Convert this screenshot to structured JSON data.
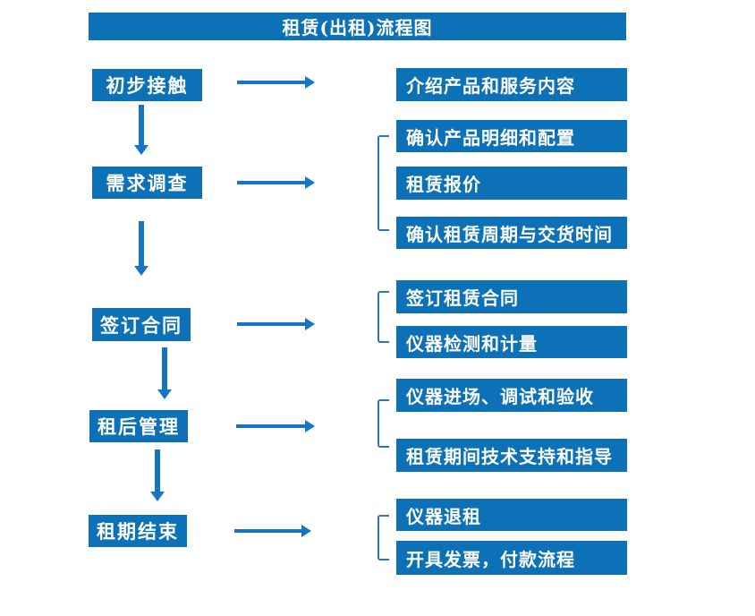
{
  "title": "租赁(出租)流程图",
  "colors": {
    "box": "#0d71b8",
    "arrow": "#1574c6",
    "bracket": "#2e76ba",
    "text": "#ffffff",
    "bg": "#ffffff"
  },
  "steps": [
    {
      "label": "初步接触",
      "details": [
        "介绍产品和服务内容"
      ]
    },
    {
      "label": "需求调查",
      "details": [
        "确认产品明细和配置",
        "租赁报价",
        "确认租赁周期与交货时间"
      ]
    },
    {
      "label": "签订合同",
      "details": [
        "签订租赁合同",
        "仪器检测和计量"
      ]
    },
    {
      "label": "租后管理",
      "details": [
        "仪器进场、调试和验收",
        "租赁期间技术支持和指导"
      ]
    },
    {
      "label": "租期结束",
      "details": [
        "仪器退租",
        "开具发票，付款流程"
      ]
    }
  ]
}
